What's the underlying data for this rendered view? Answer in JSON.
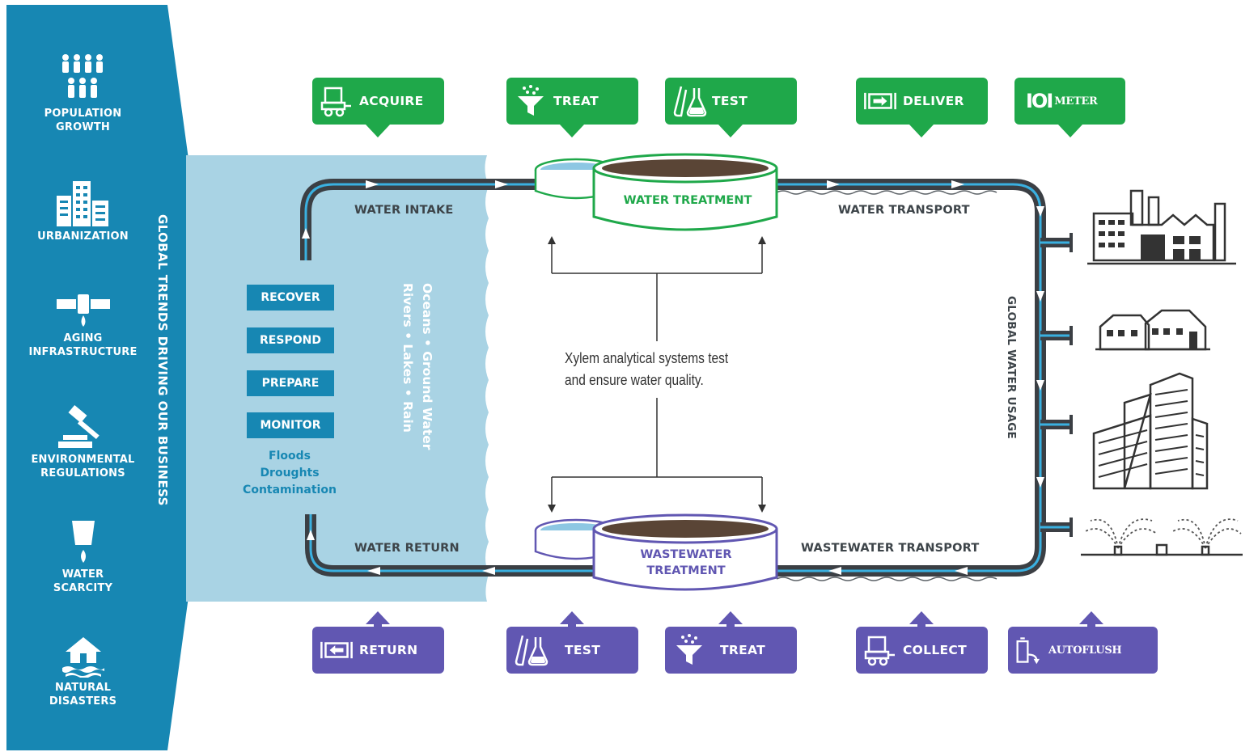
{
  "trends_title": "GLOBAL TRENDS DRIVING OUR BUSINESS",
  "trends": [
    {
      "label": "POPULATION GROWTH",
      "line1": "POPULATION",
      "line2": "GROWTH",
      "icon": "people-icon"
    },
    {
      "label": "URBANIZATION",
      "line1": "URBANIZATION",
      "line2": "",
      "icon": "city-buildings-icon"
    },
    {
      "label": "AGING INFRASTRUCTURE",
      "line1": "AGING",
      "line2": "INFRASTRUCTURE",
      "icon": "leaking-pipe-icon"
    },
    {
      "label": "ENVIRONMENTAL REGULATIONS",
      "line1": "ENVIRONMENTAL",
      "line2": "REGULATIONS",
      "icon": "gavel-icon"
    },
    {
      "label": "WATER SCARCITY",
      "line1": "WATER",
      "line2": "SCARCITY",
      "icon": "water-drop-bucket-icon"
    },
    {
      "label": "NATURAL DISASTERS",
      "line1": "NATURAL",
      "line2": "DISASTERS",
      "icon": "flooded-house-icon"
    }
  ],
  "top_actions": [
    {
      "label": "ACQUIRE",
      "icon": "pump-icon"
    },
    {
      "label": "TREAT",
      "icon": "funnel-icon"
    },
    {
      "label": "TEST",
      "icon": "lab-flask-icon"
    },
    {
      "label": "DELIVER",
      "icon": "pipe-arrow-right-icon"
    },
    {
      "label": "METER",
      "icon": "meter-icon",
      "icon_text": "IOI"
    }
  ],
  "bottom_actions": [
    {
      "label": "RETURN",
      "icon": "pipe-arrow-left-icon"
    },
    {
      "label": "TEST",
      "icon": "lab-flask-icon"
    },
    {
      "label": "TREAT",
      "icon": "funnel-icon"
    },
    {
      "label": "COLLECT",
      "icon": "pump-icon"
    },
    {
      "label": "AUTOFLUSH",
      "icon": "autoflush-icon"
    }
  ],
  "stages": [
    "RECOVER",
    "RESPOND",
    "PREPARE",
    "MONITOR"
  ],
  "hazards": [
    "Floods",
    "Droughts",
    "Contamination"
  ],
  "sources_line1": "Oceans • Ground Water",
  "sources_line2": "Rivers • Lakes • Rain",
  "pipe_labels": {
    "water_intake": "WATER INTAKE",
    "water_transport": "WATER TRANSPORT",
    "water_return": "WATER RETURN",
    "wastewater_transport": "WASTEWATER TRANSPORT",
    "global_water_usage": "GLOBAL WATER USAGE"
  },
  "tanks": {
    "water_treatment": "WATER TREATMENT",
    "wastewater_line1": "WASTEWATER",
    "wastewater_line2": "TREATMENT"
  },
  "center_note_line1": "Xylem analytical systems test",
  "center_note_line2": "and ensure water quality.",
  "users": [
    {
      "icon": "factory-icon"
    },
    {
      "icon": "houses-icon"
    },
    {
      "icon": "office-building-icon"
    },
    {
      "icon": "sprinklers-icon"
    }
  ],
  "colors": {
    "trends_panel": "#1787b3",
    "source_zone": "#a9d3e4",
    "green": "#1fa84a",
    "purple": "#6157b2",
    "pipe": "#3b3f44",
    "water_line": "#3ab0e0"
  }
}
